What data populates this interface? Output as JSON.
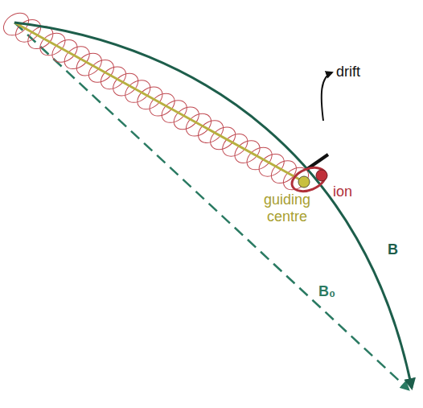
{
  "diagram": {
    "labels": [
      "drift",
      "ion",
      "guiding centre",
      "B",
      "B₀"
    ]
  }
}
